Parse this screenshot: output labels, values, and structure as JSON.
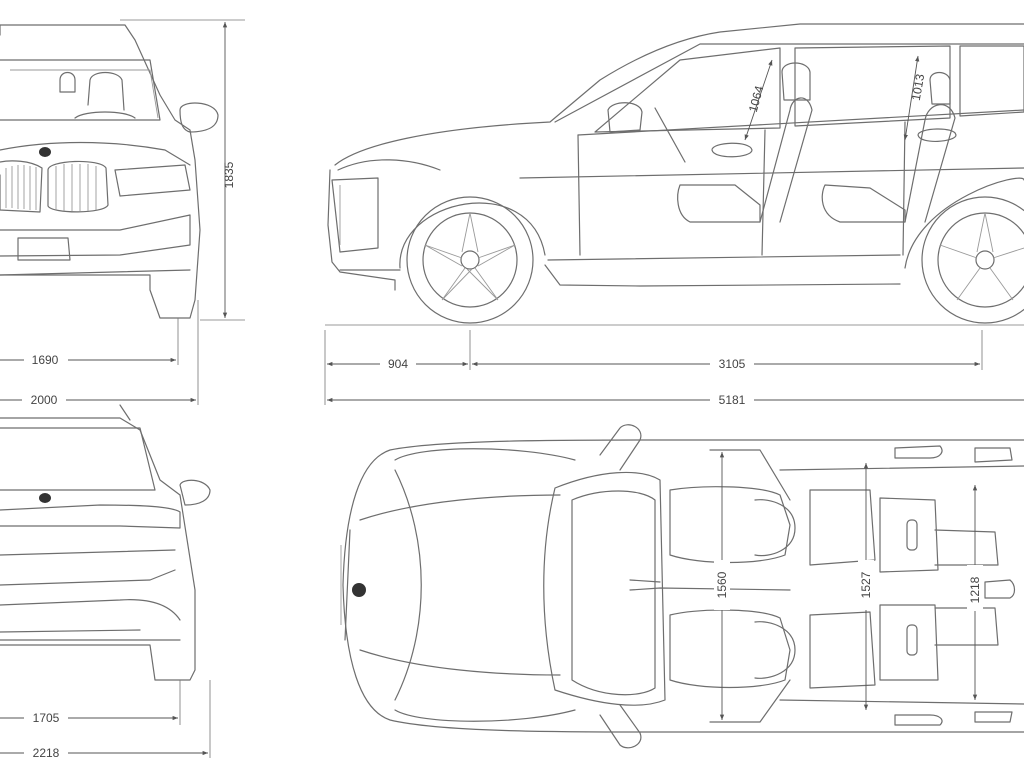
{
  "dimensions": {
    "front_height": "1835",
    "front_track": "1690",
    "front_width": "2000",
    "front_headroom": "1064",
    "rear_headroom": "1013",
    "front_overhang": "904",
    "wheelbase": "3105",
    "overall_length": "5181",
    "rear_track": "1705",
    "width_with_mirrors": "2218",
    "front_shoulder_width": "1560",
    "second_row_shoulder_width": "1527",
    "third_row_shoulder_width": "1218"
  }
}
